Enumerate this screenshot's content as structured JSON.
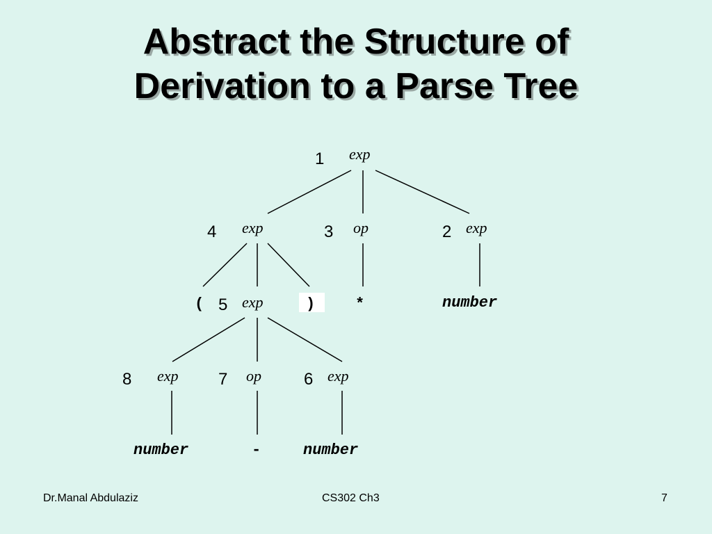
{
  "title": {
    "line1": "Abstract the Structure of",
    "line2": "Derivation to a Parse Tree"
  },
  "tree": {
    "nodes": {
      "n1": {
        "label": "exp",
        "step": "1"
      },
      "n4": {
        "label": "exp",
        "step": "4"
      },
      "n3": {
        "label": "op",
        "step": "3"
      },
      "n2": {
        "label": "exp",
        "step": "2"
      },
      "n5": {
        "label": "exp",
        "step": "5"
      },
      "n8": {
        "label": "exp",
        "step": "8"
      },
      "n7": {
        "label": "op",
        "step": "7"
      },
      "n6": {
        "label": "exp",
        "step": "6"
      }
    },
    "tokens": {
      "lparen": "(",
      "rparen": ")",
      "star": "*",
      "number_right": "number",
      "number_left": "number",
      "minus": "-",
      "number_mid": "number"
    }
  },
  "footer": {
    "author": "Dr.Manal Abdulaziz",
    "course": "CS302 Ch3",
    "page": "7"
  }
}
